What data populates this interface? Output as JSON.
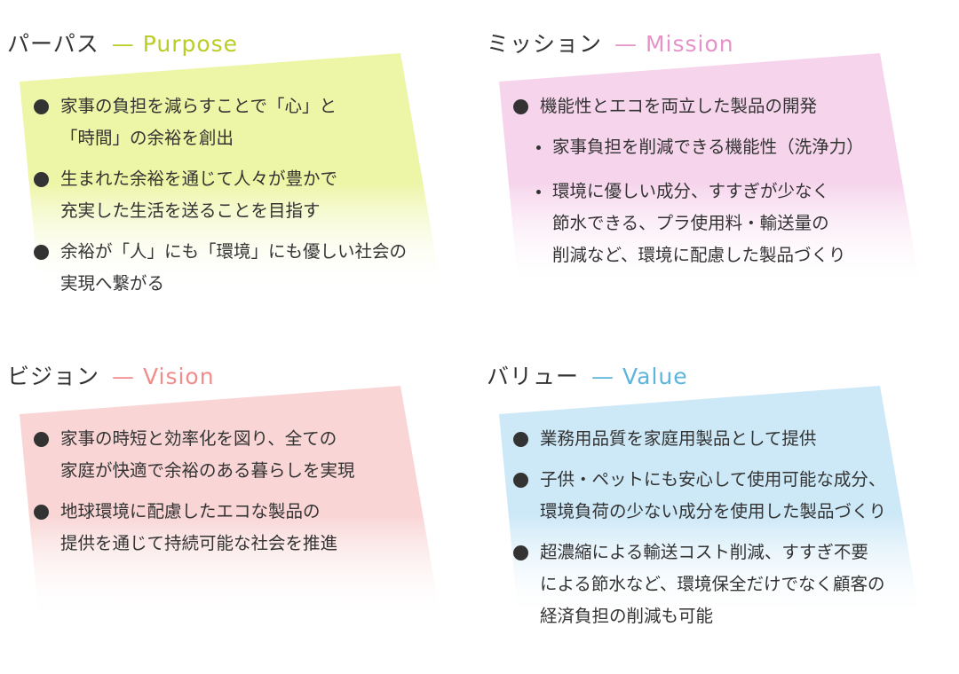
{
  "sections": [
    {
      "jp": "パーパス",
      "en": "— Purpose",
      "accent": "#b9cd24",
      "bg": "#edf5a6",
      "items": [
        {
          "lines": [
            "家事の負担を減らすことで「心」と",
            "「時間」の余裕を創出"
          ]
        },
        {
          "lines": [
            "生まれた余裕を通じて人々が豊かで",
            "充実した生活を送ることを目指す"
          ]
        },
        {
          "lines": [
            "余裕が「人」にも「環境」にも優しい社会の",
            "実現へ繋がる"
          ]
        }
      ]
    },
    {
      "jp": "ミッション",
      "en": "— Mission",
      "accent": "#e592c9",
      "bg": "#f6d4ec",
      "items": [
        {
          "lines": [
            "機能性とエコを両立した製品の開発"
          ]
        },
        {
          "sub": true,
          "lines": [
            "家事負担を削減できる機能性（洗浄力）"
          ]
        },
        {
          "sub": true,
          "lines": [
            "環境に優しい成分、すすぎが少なく",
            "節水できる、プラ使用料・輸送量の",
            "削減など、環境に配慮した製品づくり"
          ]
        }
      ]
    },
    {
      "jp": "ビジョン",
      "en": "— Vision",
      "accent": "#f28c8c",
      "bg": "#f9d5d5",
      "items": [
        {
          "lines": [
            "家事の時短と効率化を図り、全ての",
            "家庭が快適で余裕のある暮らしを実現"
          ]
        },
        {
          "lines": [
            "地球環境に配慮したエコな製品の",
            "提供を通じて持続可能な社会を推進"
          ]
        }
      ]
    },
    {
      "jp": "バリュー",
      "en": "— Value",
      "accent": "#5db4dc",
      "bg": "#cde8f7",
      "items": [
        {
          "lines": [
            "業務用品質を家庭用製品として提供"
          ]
        },
        {
          "lines": [
            "子供・ペットにも安心して使用可能な成分、",
            "環境負荷の少ない成分を使用した製品づくり"
          ]
        },
        {
          "lines": [
            "超濃縮による輸送コスト削減、すすぎ不要",
            "による節水など、環境保全だけでなく顧客の",
            "経済負担の削減も可能"
          ]
        }
      ]
    }
  ]
}
